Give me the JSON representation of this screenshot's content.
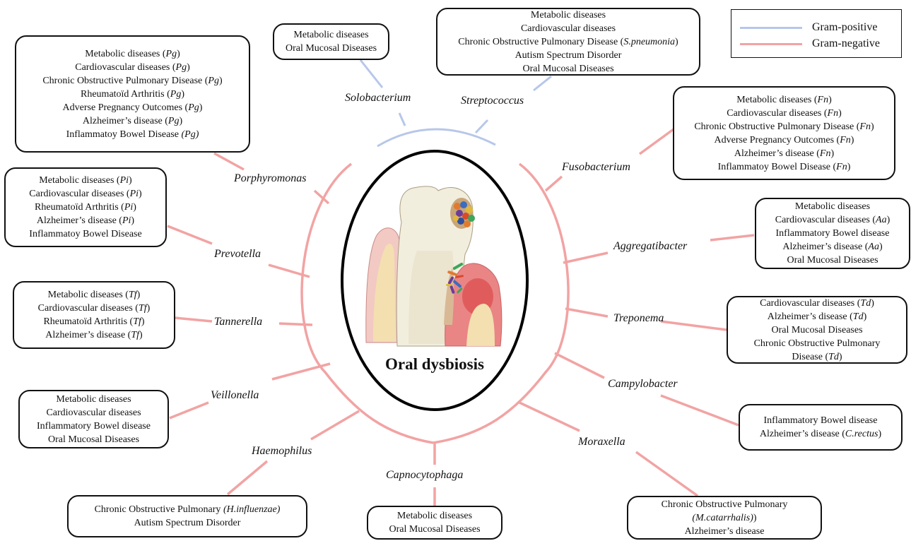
{
  "center_title": "Oral dysbiosis",
  "colors": {
    "gram_positive": "#b7c7ea",
    "gram_negative": "#f2a3a3"
  },
  "legend": {
    "gram_positive": "Gram-positive",
    "gram_negative": "Gram-negative"
  },
  "genera": {
    "solobacterium": "Solobacterium",
    "streptococcus": "Streptococcus",
    "porphyromonas": "Porphyromonas",
    "fusobacterium": "Fusobacterium",
    "prevotella": "Prevotella",
    "aggregatibacter": "Aggregatibacter",
    "tannerella": "Tannerella",
    "treponema": "Treponema",
    "campylobacter": "Campylobacter",
    "veillonella": "Veillonella",
    "haemophilus": "Haemophilus",
    "moraxella": "Moraxella",
    "capnocytophaga": "Capnocytophaga"
  },
  "boxes": {
    "solobacterium": [
      [
        "Metabolic diseases"
      ],
      [
        "Oral Mucosal Diseases"
      ]
    ],
    "streptococcus": [
      [
        "Metabolic diseases"
      ],
      [
        "Cardiovascular diseases"
      ],
      [
        "Chronic Obstructive Pulmonary Disease (",
        "S.pneumonia",
        ")"
      ],
      [
        "Autism Spectrum Disorder"
      ],
      [
        "Oral Mucosal Diseases"
      ]
    ],
    "porphyromonas": [
      [
        "Metabolic diseases (",
        "Pg",
        ")"
      ],
      [
        "Cardiovascular diseases (",
        "Pg",
        ")"
      ],
      [
        "Chronic Obstructive Pulmonary Disease (",
        "Pg",
        ")"
      ],
      [
        "Rheumatoïd Arthritis (",
        "Pg",
        ")"
      ],
      [
        "Adverse Pregnancy Outcomes (",
        "Pg",
        ")"
      ],
      [
        "Alzheimer’s disease (",
        "Pg",
        ")"
      ],
      [
        "Inflammatoy Bowel Disease ",
        "(Pg)",
        ""
      ]
    ],
    "fusobacterium": [
      [
        "Metabolic diseases (",
        "Fn",
        ")"
      ],
      [
        "Cardiovascular diseases (",
        "Fn",
        ")"
      ],
      [
        "Chronic Obstructive Pulmonary Disease (",
        "Fn",
        ")"
      ],
      [
        "Adverse Pregnancy Outcomes (",
        "Fn",
        ")"
      ],
      [
        "Alzheimer’s disease (",
        "Fn",
        ")"
      ],
      [
        "Inflammatoy Bowel Disease (",
        "Fn",
        ")"
      ]
    ],
    "prevotella": [
      [
        "Metabolic diseases (",
        "Pi",
        ")"
      ],
      [
        "Cardiovascular diseases (",
        "Pi",
        ")"
      ],
      [
        "Rheumatoïd Arthritis (",
        "Pi",
        ")"
      ],
      [
        "Alzheimer’s disease (",
        "Pi",
        ")"
      ],
      [
        "Inflammatoy Bowel Disease"
      ]
    ],
    "aggregatibacter": [
      [
        "Metabolic diseases"
      ],
      [
        "Cardiovascular diseases (",
        "Aa",
        ")"
      ],
      [
        "Inflammatory Bowel disease"
      ],
      [
        "Alzheimer’s disease (",
        "Aa",
        ")"
      ],
      [
        "Oral Mucosal Diseases"
      ]
    ],
    "tannerella": [
      [
        "Metabolic diseases (",
        "Tf",
        ")"
      ],
      [
        "Cardiovascular diseases (",
        "Tf",
        ")"
      ],
      [
        "Rheumatoïd Arthritis (",
        "Tf",
        ")"
      ],
      [
        "Alzheimer’s disease (",
        "Tf",
        ")"
      ]
    ],
    "treponema": [
      [
        "Cardiovascular diseases (",
        "Td",
        ")"
      ],
      [
        "Alzheimer’s disease (",
        "Td",
        ")"
      ],
      [
        "Oral Mucosal Diseases"
      ],
      [
        "Chronic Obstructive Pulmonary"
      ],
      [
        "Disease (",
        "Td",
        ")"
      ]
    ],
    "veillonella": [
      [
        "Metabolic diseases"
      ],
      [
        "Cardiovascular diseases"
      ],
      [
        "Inflammatory Bowel disease"
      ],
      [
        "Oral Mucosal Diseases"
      ]
    ],
    "campylobacter": [
      [
        "Inflammatory Bowel disease"
      ],
      [
        "Alzheimer’s disease (",
        "C.rectus",
        ")"
      ]
    ],
    "haemophilus": [
      [
        "Chronic Obstructive Pulmonary ",
        "(H.influenzae)",
        ""
      ],
      [
        "Autism Spectrum Disorder"
      ]
    ],
    "capnocytophaga": [
      [
        "Metabolic diseases"
      ],
      [
        "Oral Mucosal Diseases"
      ]
    ],
    "moraxella": [
      [
        "Chronic Obstructive Pulmonary"
      ],
      [
        "",
        "(M.catarrhalis)",
        ")"
      ],
      [
        "Alzheimer’s disease"
      ]
    ]
  }
}
